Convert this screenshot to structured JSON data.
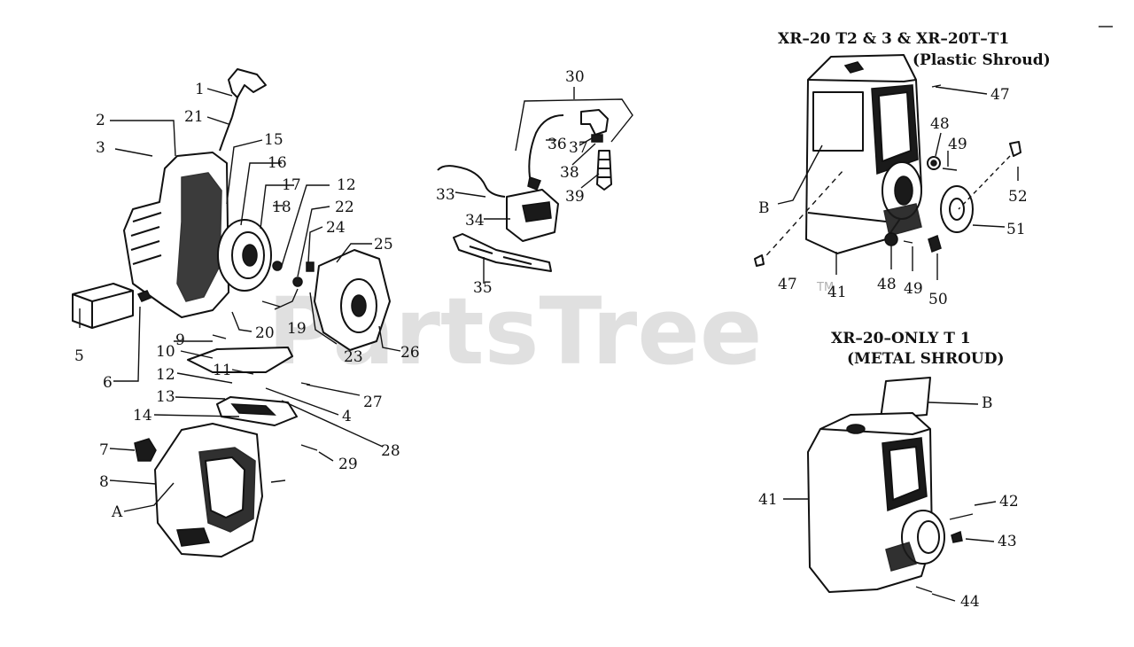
{
  "titles": {
    "plastic_line1": "XR–20  T2 & 3  & XR–20T–T1",
    "plastic_line2": "(Plastic Shroud)",
    "metal_line1": "XR–20–ONLY   T 1",
    "metal_line2": "(METAL SHROUD)"
  },
  "watermark": {
    "text": "PartsTree",
    "trademark": "TM"
  },
  "callouts": {
    "c1": "1",
    "c2": "2",
    "c3": "3",
    "c4": "4",
    "c5": "5",
    "c6": "6",
    "c7": "7",
    "c8": "8",
    "c9": "9",
    "c10": "10",
    "c11": "11",
    "c12a": "12",
    "c12b": "12",
    "c13": "13",
    "c14": "14",
    "c15": "15",
    "c16": "16",
    "c17": "17",
    "c18": "18",
    "c19": "19",
    "c20": "20",
    "c21": "21",
    "c22": "22",
    "c23": "23",
    "c24": "24",
    "c25": "25",
    "c26": "26",
    "c27": "27",
    "c28": "28",
    "c29": "29",
    "c30": "30",
    "c33": "33",
    "c34": "34",
    "c35": "35",
    "c36": "36",
    "c37": "37",
    "c38": "38",
    "c39": "39",
    "c41a": "41",
    "c41b": "41",
    "c42": "42",
    "c43": "43",
    "c44": "44",
    "c47a": "47",
    "c47b": "47",
    "c48a": "48",
    "c48b": "48",
    "c49a": "49",
    "c49b": "49",
    "c50": "50",
    "c51": "51",
    "c52": "52",
    "cAa": "A",
    "cBa": "B",
    "cBb": "B"
  }
}
